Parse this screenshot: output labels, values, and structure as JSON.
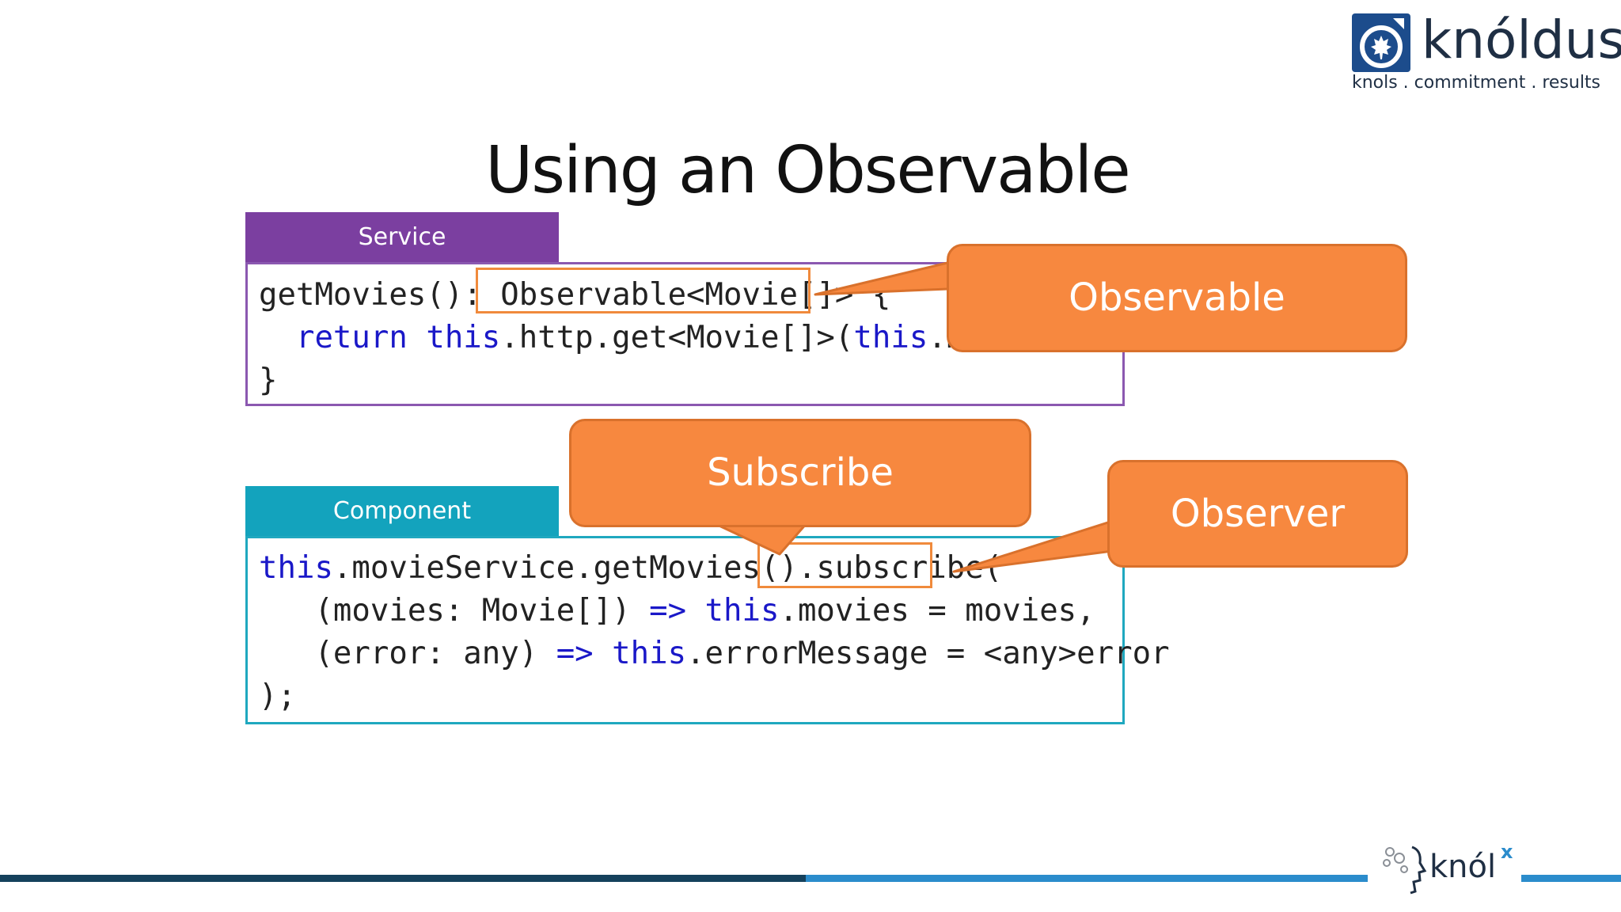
{
  "brand": {
    "name": "knóldus",
    "tagline": "knols . commitment . results",
    "color": "#1c4c8c"
  },
  "title": "Using an Observable",
  "service": {
    "tab_label": "Service",
    "tab_color": "#7b3fa0",
    "code": {
      "line1_prefix": "getMovies(): ",
      "line1_type": "Observable<Movie[]>",
      "line1_suffix": " {",
      "line2_indent": "  ",
      "line2_kw_return": "return",
      "line2_space": " ",
      "line2_kw_this": "this",
      "line2_mid": ".http.get<Movie[]>(",
      "line2_kw_this2": "this",
      "line2_tail": ".mov",
      "line3": "}"
    }
  },
  "component": {
    "tab_label": "Component",
    "tab_color": "#13a3bd",
    "code": {
      "line1_kw_this": "this",
      "line1_mid": ".movieService.getMovies()",
      "line1_subscribe": ".subscribe",
      "line1_paren": "(",
      "line2_indent": "   ",
      "line2_params": "(movies: Movie[]) ",
      "line2_arrow": "=>",
      "line2_space": " ",
      "line2_kw_this": "this",
      "line2_tail": ".movies = movies,",
      "line3_indent": "   ",
      "line3_params": "(error: any) ",
      "line3_arrow": "=>",
      "line3_space": " ",
      "line3_kw_this": "this",
      "line3_tail": ".errorMessage = <any>error",
      "line4": ");"
    }
  },
  "callouts": {
    "observable": "Observable",
    "subscribe": "Subscribe",
    "observer": "Observer",
    "color": "#f7883f"
  },
  "footer": {
    "knolx_word": "knól",
    "knolx_x": "x"
  }
}
